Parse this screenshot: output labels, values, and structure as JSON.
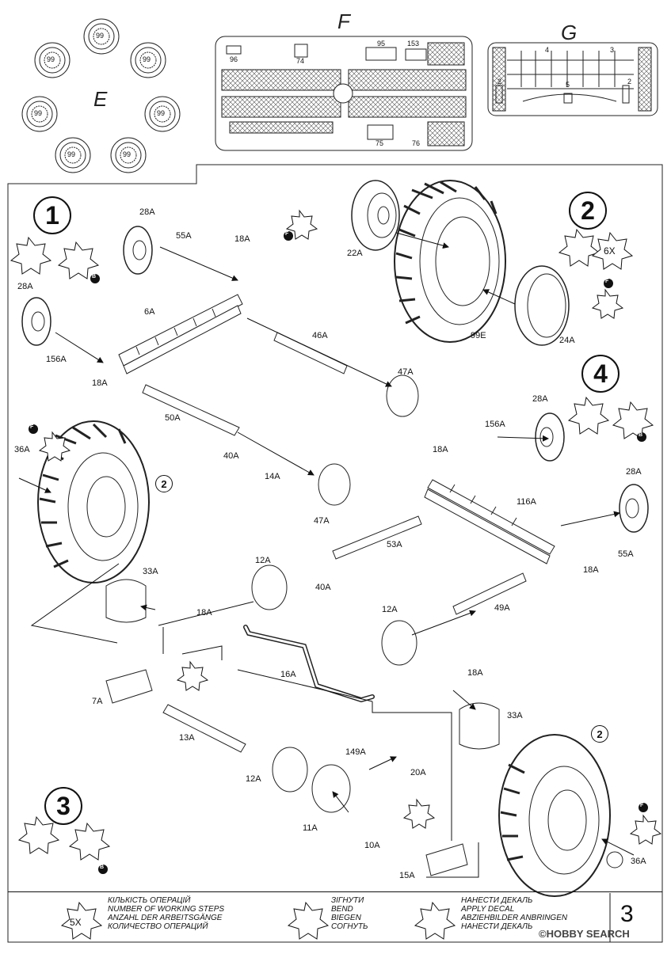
{
  "sprues": {
    "E": {
      "letter": "E",
      "part": "99"
    },
    "F": {
      "letter": "F",
      "parts": [
        "96",
        "74",
        "95",
        "153",
        "75",
        "76"
      ]
    },
    "G": {
      "letter": "G",
      "parts": [
        "4",
        "3",
        "2",
        "5",
        "2"
      ]
    }
  },
  "steps": [
    "1",
    "2",
    "3",
    "4"
  ],
  "operations": {
    "count_6x": "6X",
    "decal_marker": "F",
    "bend_marker": "B",
    "sub_ref": "2"
  },
  "labels": {
    "p28A_a": "28A",
    "p55A_a": "55A",
    "p18A_a": "18A",
    "p28A_b": "28A",
    "p6A": "6A",
    "p156A_a": "156A",
    "p18A_b": "18A",
    "p46A": "46A",
    "p47A_a": "47A",
    "p50A": "50A",
    "p40A_a": "40A",
    "p14A": "14A",
    "p47A_b": "47A",
    "p36A_a": "36A",
    "p22A": "22A",
    "p99E": "99E",
    "p24A": "24A",
    "p28A_c": "28A",
    "p156A_b": "156A",
    "p18A_c": "18A",
    "p28A_d": "28A",
    "p116A": "116A",
    "p55A_b": "55A",
    "p18A_d": "18A",
    "p53A": "53A",
    "p12A_a": "12A",
    "p40A_b": "40A",
    "p12A_b": "12A",
    "p49A": "49A",
    "p33A_a": "33A",
    "p18A_e": "18A",
    "p16A": "16A",
    "p7A": "7A",
    "p18A_f": "18A",
    "p33A_b": "33A",
    "p13A": "13A",
    "p149A": "149A",
    "p20A": "20A",
    "p12A_c": "12A",
    "p11A": "11A",
    "p10A": "10A",
    "p15A": "15A",
    "p36A_b": "36A"
  },
  "legend": {
    "count_icon": "5X",
    "count_lines": [
      "КІЛЬКІСТЬ ОПЕРАЦІЙ",
      "NUMBER OF WORKING STEPS",
      "ANZAHL DER ARBEITSGÄNGE",
      "КОЛИЧЕСТВО ОПЕРАЦИЙ"
    ],
    "bend_lines": [
      "ЗІГНУТИ",
      "BEND",
      "BIEGEN",
      "СОГНУТЬ"
    ],
    "decal_lines": [
      "НАНЕСТИ ДЕКАЛЬ",
      "APPLY DECAL",
      "ABZIEHBILDER ANBRINGEN",
      "НАНЕСТИ ДЕКАЛЬ"
    ]
  },
  "page_number": "3",
  "watermark": "©HOBBY SEARCH"
}
